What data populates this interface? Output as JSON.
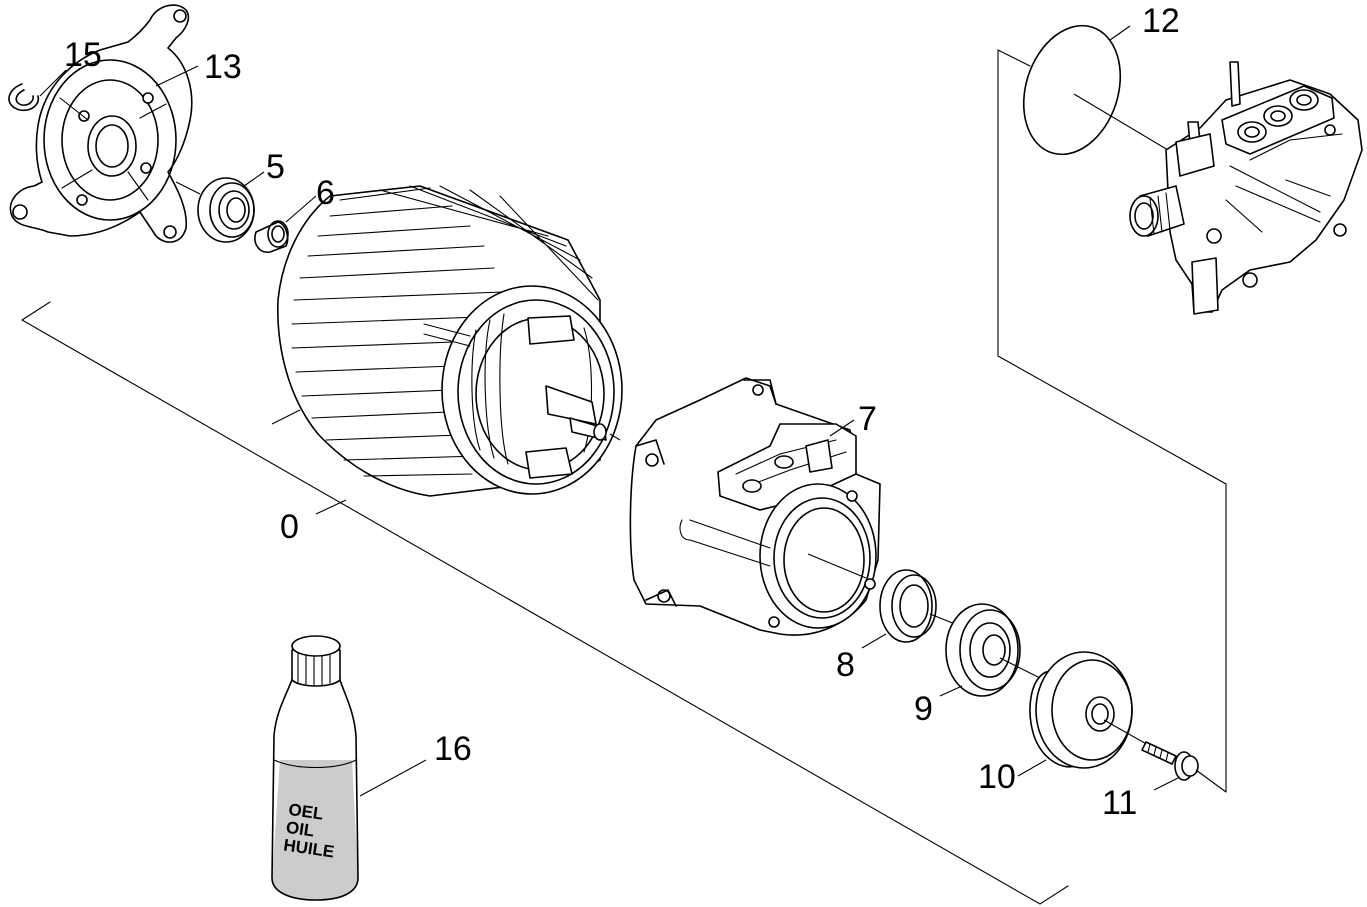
{
  "callouts": {
    "c0": "0",
    "c5": "5",
    "c6": "6",
    "c7": "7",
    "c8": "8",
    "c9": "9",
    "c10": "10",
    "c11": "11",
    "c12": "12",
    "c13": "13",
    "c15": "15",
    "c16": "16"
  },
  "bottle": {
    "line1": "OEL",
    "line2": "OIL",
    "line3": "HUILE"
  },
  "colors": {
    "line": "#000000",
    "background": "#ffffff",
    "bottle_fill": "#cccccc"
  }
}
